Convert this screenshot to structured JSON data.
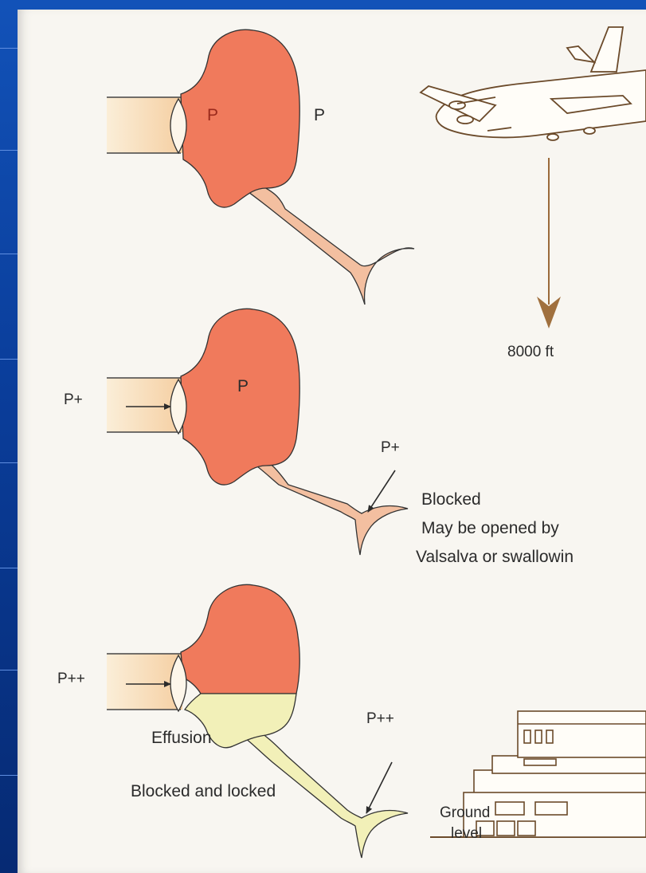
{
  "labels": {
    "p_middle_ear_top": "P",
    "p_outside_top": "P",
    "altitude": "8000 ft",
    "p_plus_canal": "P+",
    "p_middle_ear_mid": "P",
    "p_plus_tube": "P+",
    "blocked": "Blocked",
    "may_be_opened": "May be opened by",
    "valsalva": "Valsalva or swallowin",
    "p_plusplus_canal": "P++",
    "effusion": "Effusion",
    "p_plusplus_tube": "P++",
    "blocked_locked": "Blocked and locked",
    "ground": "Ground",
    "level": "level"
  },
  "icons": {
    "airplane": "airplane-icon",
    "descent_arrow": "down-arrow-icon",
    "building": "building-icon"
  },
  "colors": {
    "frame_blue": "#0a3d9a",
    "page_background": "#f8f6f1",
    "middle_ear_air": "#f07a5c",
    "eustachian_tube": "#f3bfa0",
    "ear_canal": "#f8e2c0",
    "effusion_fluid": "#f2f0b8"
  }
}
